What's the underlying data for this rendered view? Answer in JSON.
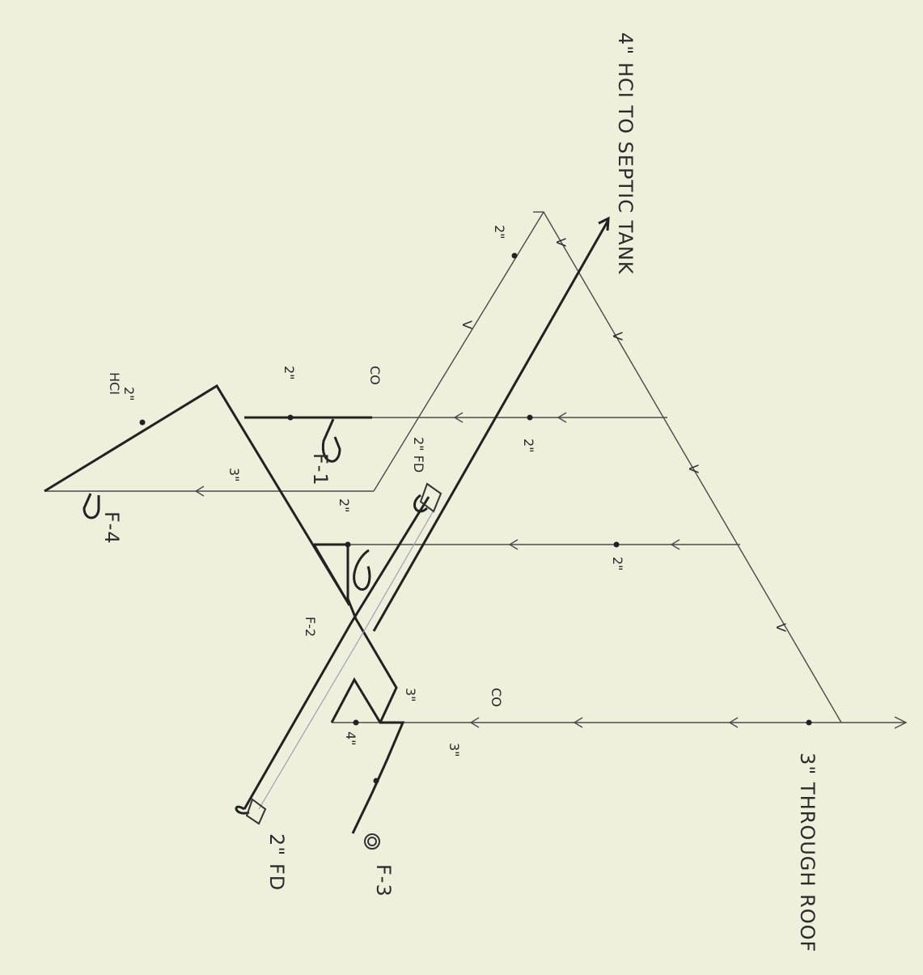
{
  "labels": {
    "septic": "4\" HCI TO SEPTIC TANK",
    "roof": "3\" THROUGH ROOF",
    "f1": "F-1",
    "f2": "F-2",
    "f3": "F-3",
    "f4": "F-4",
    "fd_top": "2\" FD",
    "fd_bottom": "2\" FD",
    "hci": "HCI",
    "hci_size": "2\"",
    "co_top": "CO",
    "co_bottom": "CO",
    "size_2a": "2\"",
    "size_2b": "2\"",
    "size_2c": "2\"",
    "size_2d": "2\"",
    "size_2e": "2\"",
    "size_3a": "3\"",
    "size_3b": "3\"",
    "size_3c": "3\"",
    "size_4": "4\"",
    "vent": "V"
  },
  "colors": {
    "paper": "#eef0dc",
    "ink": "#222222"
  }
}
